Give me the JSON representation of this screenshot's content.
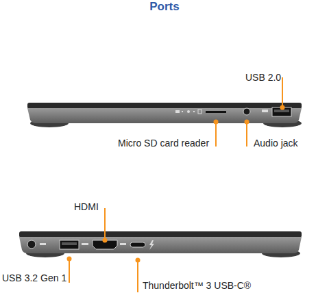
{
  "diagram": {
    "title": "Ports",
    "labels": [
      "USB 2.0",
      "Micro SD card reader",
      "Audio jack",
      "HDMI",
      "USB 3.2 Gen 1",
      "Thunderbolt™ 3 USB-C®"
    ]
  }
}
